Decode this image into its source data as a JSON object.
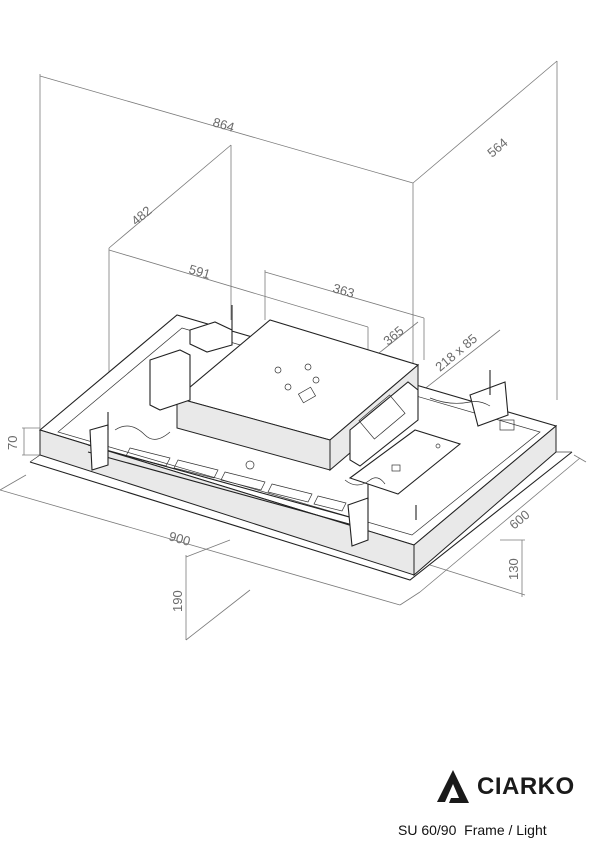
{
  "dimensions": {
    "d864": "864",
    "d564": "564",
    "d482": "482",
    "d591": "591",
    "d363": "363",
    "d365": "365",
    "d218x85": "218 x 85",
    "d70": "70",
    "d900": "900",
    "d600": "600",
    "d130": "130",
    "d190": "190"
  },
  "brand": {
    "name": "CIARKO"
  },
  "caption": {
    "model": "SU 60/90  Frame / Light"
  }
}
